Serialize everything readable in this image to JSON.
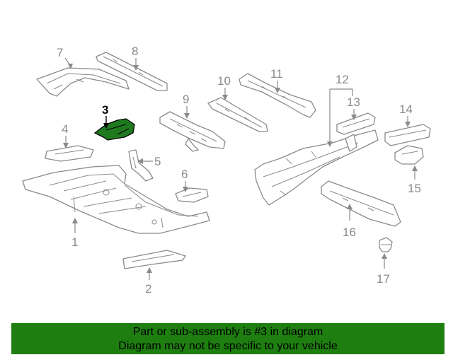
{
  "diagram": {
    "callouts": [
      "1",
      "2",
      "3",
      "4",
      "5",
      "6",
      "7",
      "8",
      "9",
      "10",
      "11",
      "12",
      "13",
      "14",
      "15",
      "16",
      "17"
    ],
    "highlighted_part": "3",
    "highlight_color": "#1e7f10",
    "line_color": "#8a8a8a"
  },
  "banner": {
    "line1": "Part or sub-assembly is #3 in diagram",
    "line2": "Diagram may not be specific to your vehicle",
    "background": "#1e7f10"
  }
}
